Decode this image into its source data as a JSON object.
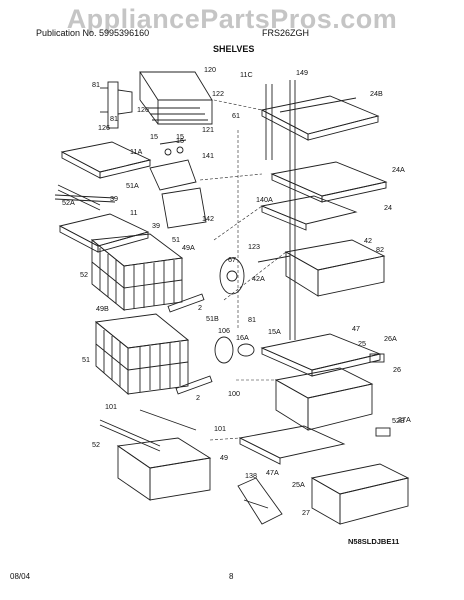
{
  "header": {
    "left_text": "Publication No. 5995396160",
    "right_text": "FRS26ZGH",
    "section_title": "SHELVES",
    "watermark": "AppliancePartsPros.com"
  },
  "diagram": {
    "labels": [
      "120",
      "81",
      "126",
      "81",
      "126",
      "122",
      "11C",
      "149",
      "24B",
      "61",
      "15",
      "15",
      "121",
      "15",
      "11A",
      "141",
      "51A",
      "52A",
      "39",
      "142",
      "140A",
      "24A",
      "24",
      "11",
      "39",
      "51",
      "49A",
      "123",
      "42",
      "82",
      "67",
      "52",
      "42A",
      "2",
      "51B",
      "49B",
      "81",
      "106",
      "16A",
      "15A",
      "47",
      "25",
      "26A",
      "26",
      "52B",
      "51",
      "2",
      "100",
      "27A",
      "101",
      "52",
      "101",
      "49",
      "47A",
      "25A",
      "27",
      "138"
    ],
    "code": "N58SLDJBE11"
  },
  "footer": {
    "date": "08/04",
    "page": "8"
  }
}
